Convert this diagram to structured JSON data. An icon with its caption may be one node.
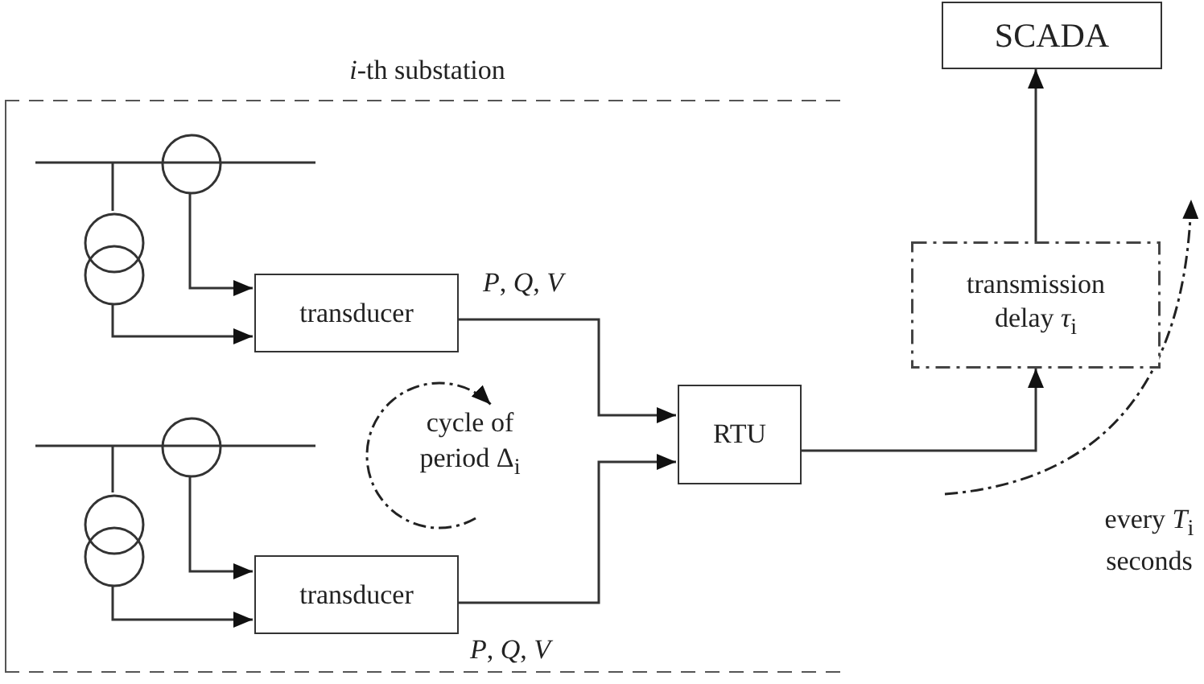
{
  "diagram": {
    "nodes": [
      {
        "text": [
          "SCADA"
        ]
      },
      {
        "text": [
          "*i*-th substation"
        ]
      },
      {
        "text": [],
        "shape": "circle",
        "in": 1
      },
      {
        "text": [],
        "shape": "circle",
        "in": 1
      },
      {
        "text": [
          "transducer"
        ],
        "in": 1
      },
      {
        "text": [],
        "shape": "circle",
        "in": 1
      },
      {
        "text": [],
        "shape": "circle",
        "in": 1
      },
      {
        "text": [
          "transducer"
        ],
        "in": 1
      },
      {
        "text": [
          "RTU"
        ],
        "in": 1
      },
      {
        "text": [
          "transmission delay *τ*$_{i}$"
        ]
      }
    ],
    "edges": [
      {
        "from": 2,
        "to": 4,
        "arrow": "to"
      },
      {
        "from": 3,
        "to": 4,
        "arrow": "to"
      },
      {
        "from": 5,
        "to": 7,
        "arrow": "to"
      },
      {
        "from": 6,
        "to": 7,
        "arrow": "to"
      },
      {
        "from": 4,
        "to": 8,
        "arrow": "to",
        "label": "*P*, *Q*, *V*"
      },
      {
        "from": 7,
        "to": 8,
        "arrow": "to",
        "label": "*P*, *Q*, *V*"
      },
      {
        "from": 8,
        "to": 9,
        "arrow": "to"
      },
      {
        "from": 9,
        "to": 0,
        "arrow": "to"
      }
    ],
    "labels": [
      "cycle of period Δ$_{i}$",
      "every *T*$_{i}$ seconds"
    ]
  }
}
